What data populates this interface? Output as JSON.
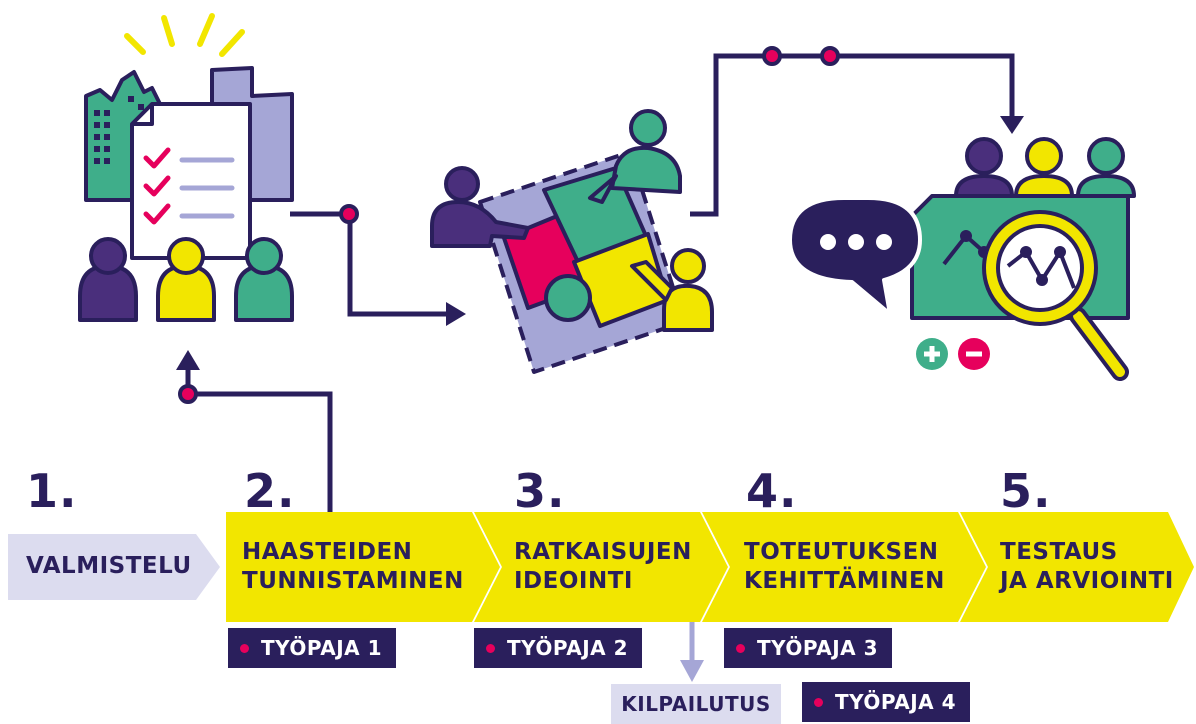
{
  "steps": [
    {
      "number": "1.",
      "label": "VALMISTELU"
    },
    {
      "number": "2.",
      "label": "HAASTEIDEN\nTUNNISTAMINEN"
    },
    {
      "number": "3.",
      "label": "RATKAISUJEN\nIDEOINTI"
    },
    {
      "number": "4.",
      "label": "TOTEUTUKSEN\nKEHITTÄMINEN"
    },
    {
      "number": "5.",
      "label": "TESTAUS\nJA ARVIOINTI"
    }
  ],
  "workshops": [
    "TYÖPAJA 1",
    "TYÖPAJA 2",
    "TYÖPAJA 3",
    "TYÖPAJA 4"
  ],
  "tender": "KILPAILUTUS",
  "colors": {
    "navy": "#2a1f5c",
    "yellow": "#f2e600",
    "lavender": "#dcdcef",
    "magenta": "#e6005c",
    "green": "#3fae8a",
    "purple": "#4a2f7c"
  },
  "icons": [
    "document-checklist-icon",
    "buildings-icon",
    "people-icon",
    "puzzle-icon",
    "speech-bubble-icon",
    "magnifier-chart-icon",
    "plus-icon",
    "minus-icon"
  ]
}
